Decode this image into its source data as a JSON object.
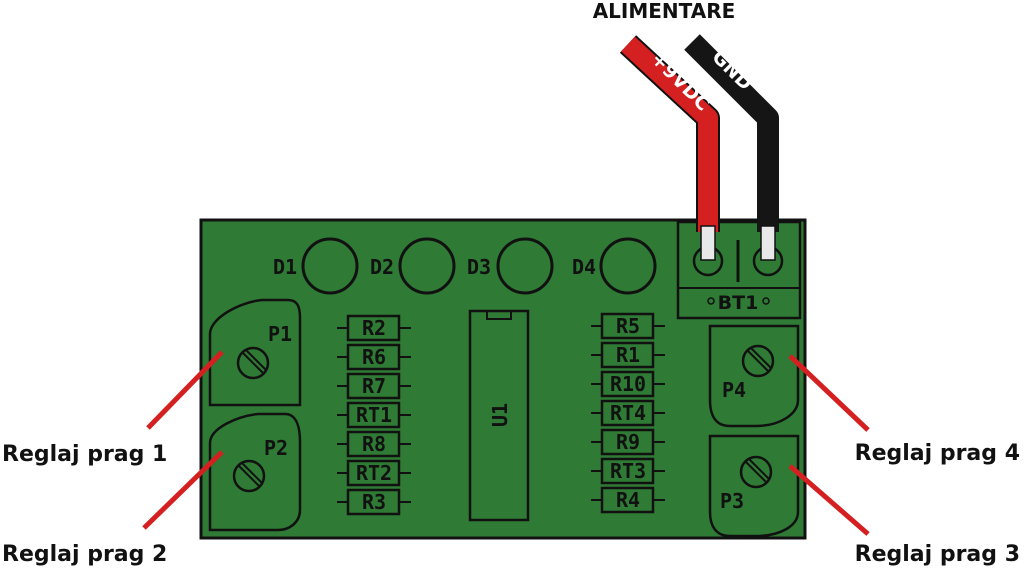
{
  "title": "ALIMENTARE",
  "wires": {
    "positive": {
      "label": "+9VDC",
      "color": "#d42020"
    },
    "ground": {
      "label": "GND",
      "color": "#151515"
    }
  },
  "connector": {
    "label": "BT1"
  },
  "leds": [
    "D1",
    "D2",
    "D3",
    "D4"
  ],
  "left_resistors": [
    "R2",
    "R6",
    "R7",
    "RT1",
    "R8",
    "RT2",
    "R3"
  ],
  "right_resistors": [
    "R5",
    "R1",
    "R10",
    "RT4",
    "R9",
    "RT3",
    "R4"
  ],
  "ic": {
    "label": "U1"
  },
  "potentiometers": [
    "P1",
    "P2",
    "P4",
    "P3"
  ],
  "annotations": {
    "p1": "Reglaj prag 1",
    "p2": "Reglaj prag 2",
    "p4": "Reglaj prag 4",
    "p3": "Reglaj prag 3"
  },
  "colors": {
    "pcb": "#2f7a34",
    "pointer": "#d42020",
    "outline": "#111111"
  }
}
